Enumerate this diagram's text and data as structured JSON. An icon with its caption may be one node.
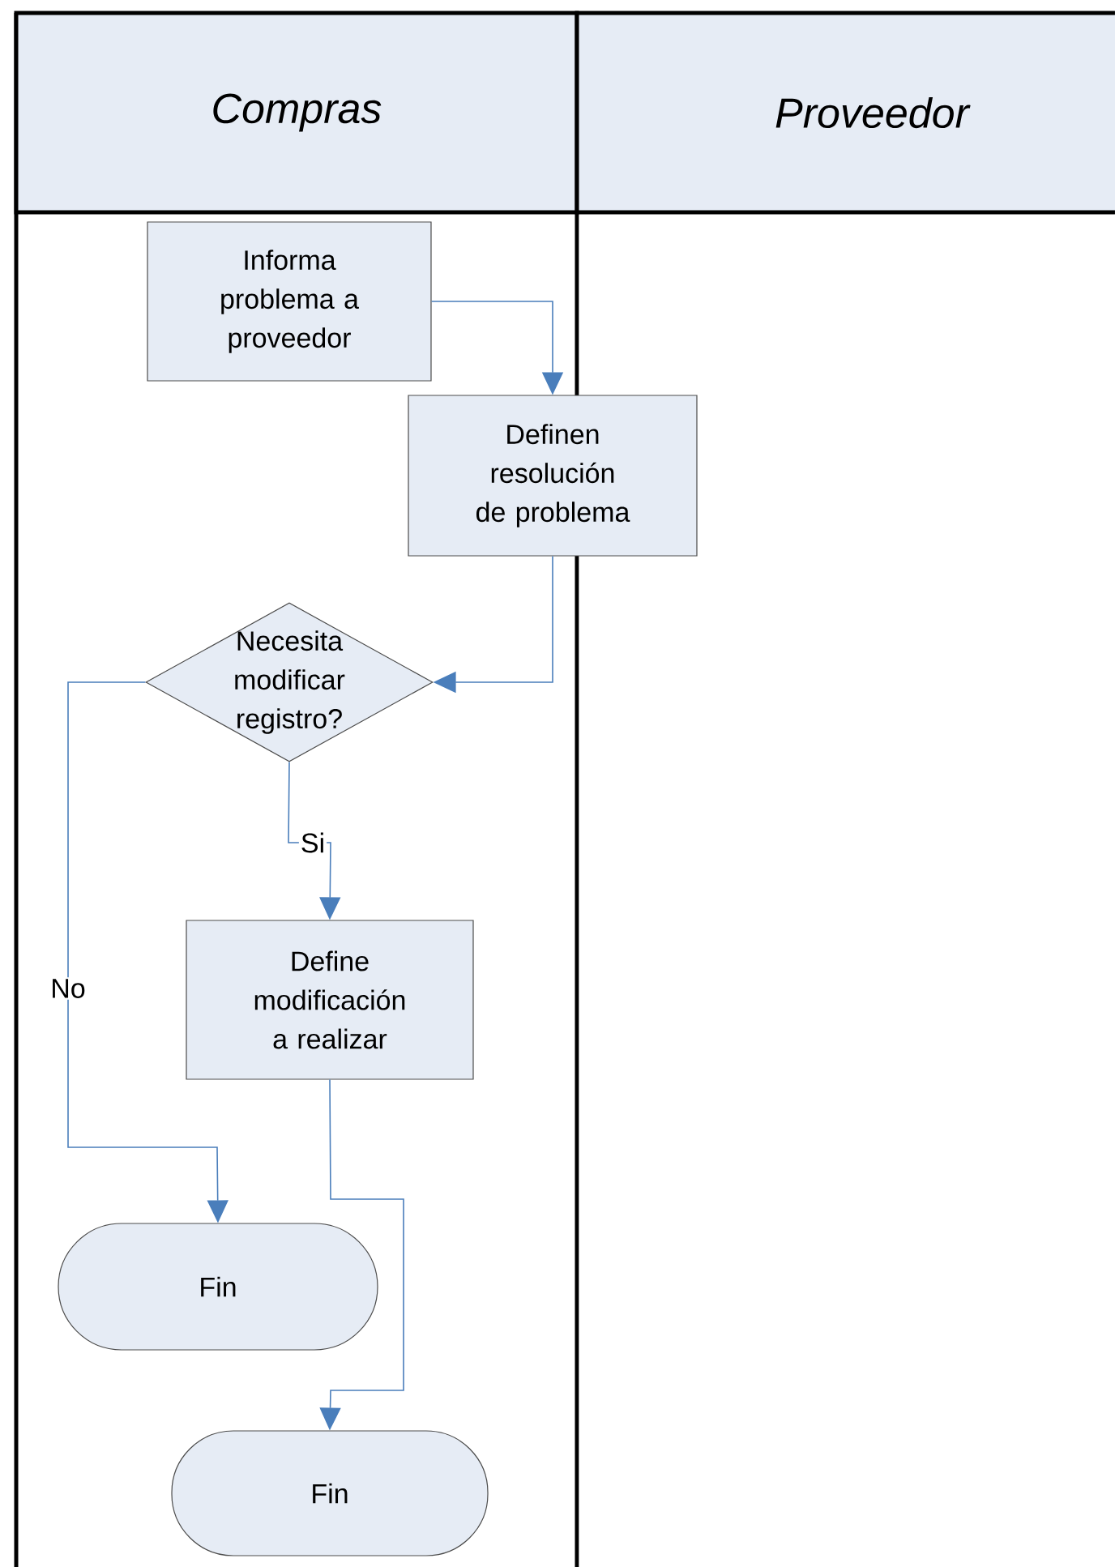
{
  "diagram": {
    "nodes": [
      {
        "text": [
          "Compras"
        ]
      },
      {
        "text": [
          "Proveedor"
        ]
      },
      {
        "text": [
          "Informa problema a proveedor"
        ]
      },
      {
        "text": [
          "Definen resolución de problema"
        ]
      },
      {
        "text": [
          "Necesita modificar registro?"
        ]
      },
      {
        "text": [
          "Define modificación a realizar"
        ]
      },
      {
        "text": [
          "Fin"
        ]
      },
      {
        "text": [
          "Fin"
        ]
      }
    ],
    "edges": [
      {
        "from": 2,
        "to": 3,
        "arrow": "to"
      },
      {
        "from": 3,
        "to": 4,
        "arrow": "to"
      },
      {
        "from": 4,
        "to": 5,
        "arrow": "to",
        "label": "Si"
      },
      {
        "from": 4,
        "to": 6,
        "arrow": "to",
        "label": "No"
      },
      {
        "from": 5,
        "to": 7,
        "arrow": "to"
      }
    ]
  }
}
